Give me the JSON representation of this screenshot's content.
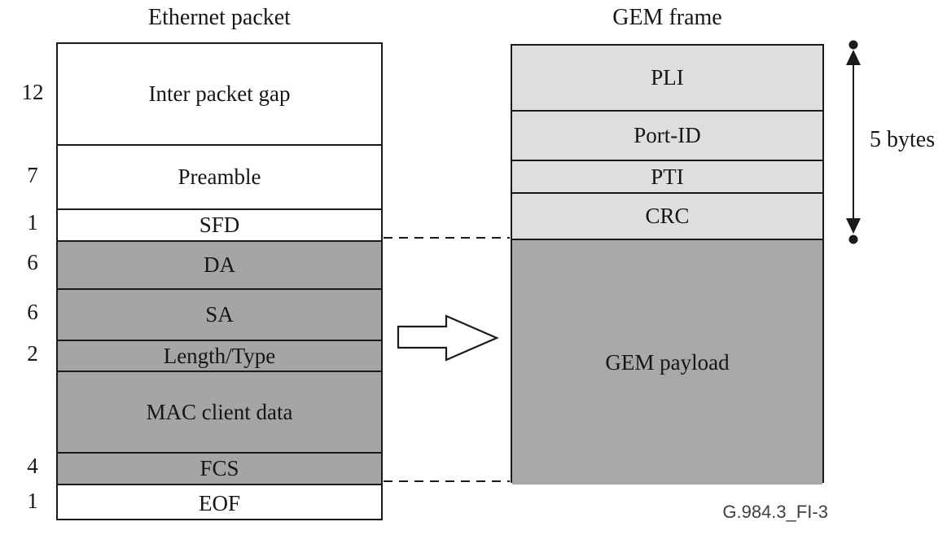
{
  "figure": {
    "caption": "G.984.3_FI-3",
    "colors": {
      "light_gray": "#dedede",
      "dark_gray": "#a6a4a4",
      "payload_gray": "#a9a7a8",
      "line": "#1a1a1a"
    }
  },
  "ethernet": {
    "title": "Ethernet packet",
    "rows": [
      {
        "bytes": "12",
        "label": "Inter packet gap",
        "shaded": false
      },
      {
        "bytes": "7",
        "label": "Preamble",
        "shaded": false
      },
      {
        "bytes": "1",
        "label": "SFD",
        "shaded": false
      },
      {
        "bytes": "6",
        "label": "DA",
        "shaded": true
      },
      {
        "bytes": "6",
        "label": "SA",
        "shaded": true
      },
      {
        "bytes": "2",
        "label": "Length/Type",
        "shaded": true
      },
      {
        "bytes": "",
        "label": "MAC client data",
        "shaded": true
      },
      {
        "bytes": "4",
        "label": "FCS",
        "shaded": true
      },
      {
        "bytes": "1",
        "label": "EOF",
        "shaded": false
      }
    ]
  },
  "gem": {
    "title": "GEM frame",
    "header_rows": [
      {
        "label": "PLI"
      },
      {
        "label": "Port-ID"
      },
      {
        "label": "PTI"
      },
      {
        "label": "CRC"
      }
    ],
    "payload_label": "GEM payload",
    "header_size_label": "5 bytes"
  }
}
